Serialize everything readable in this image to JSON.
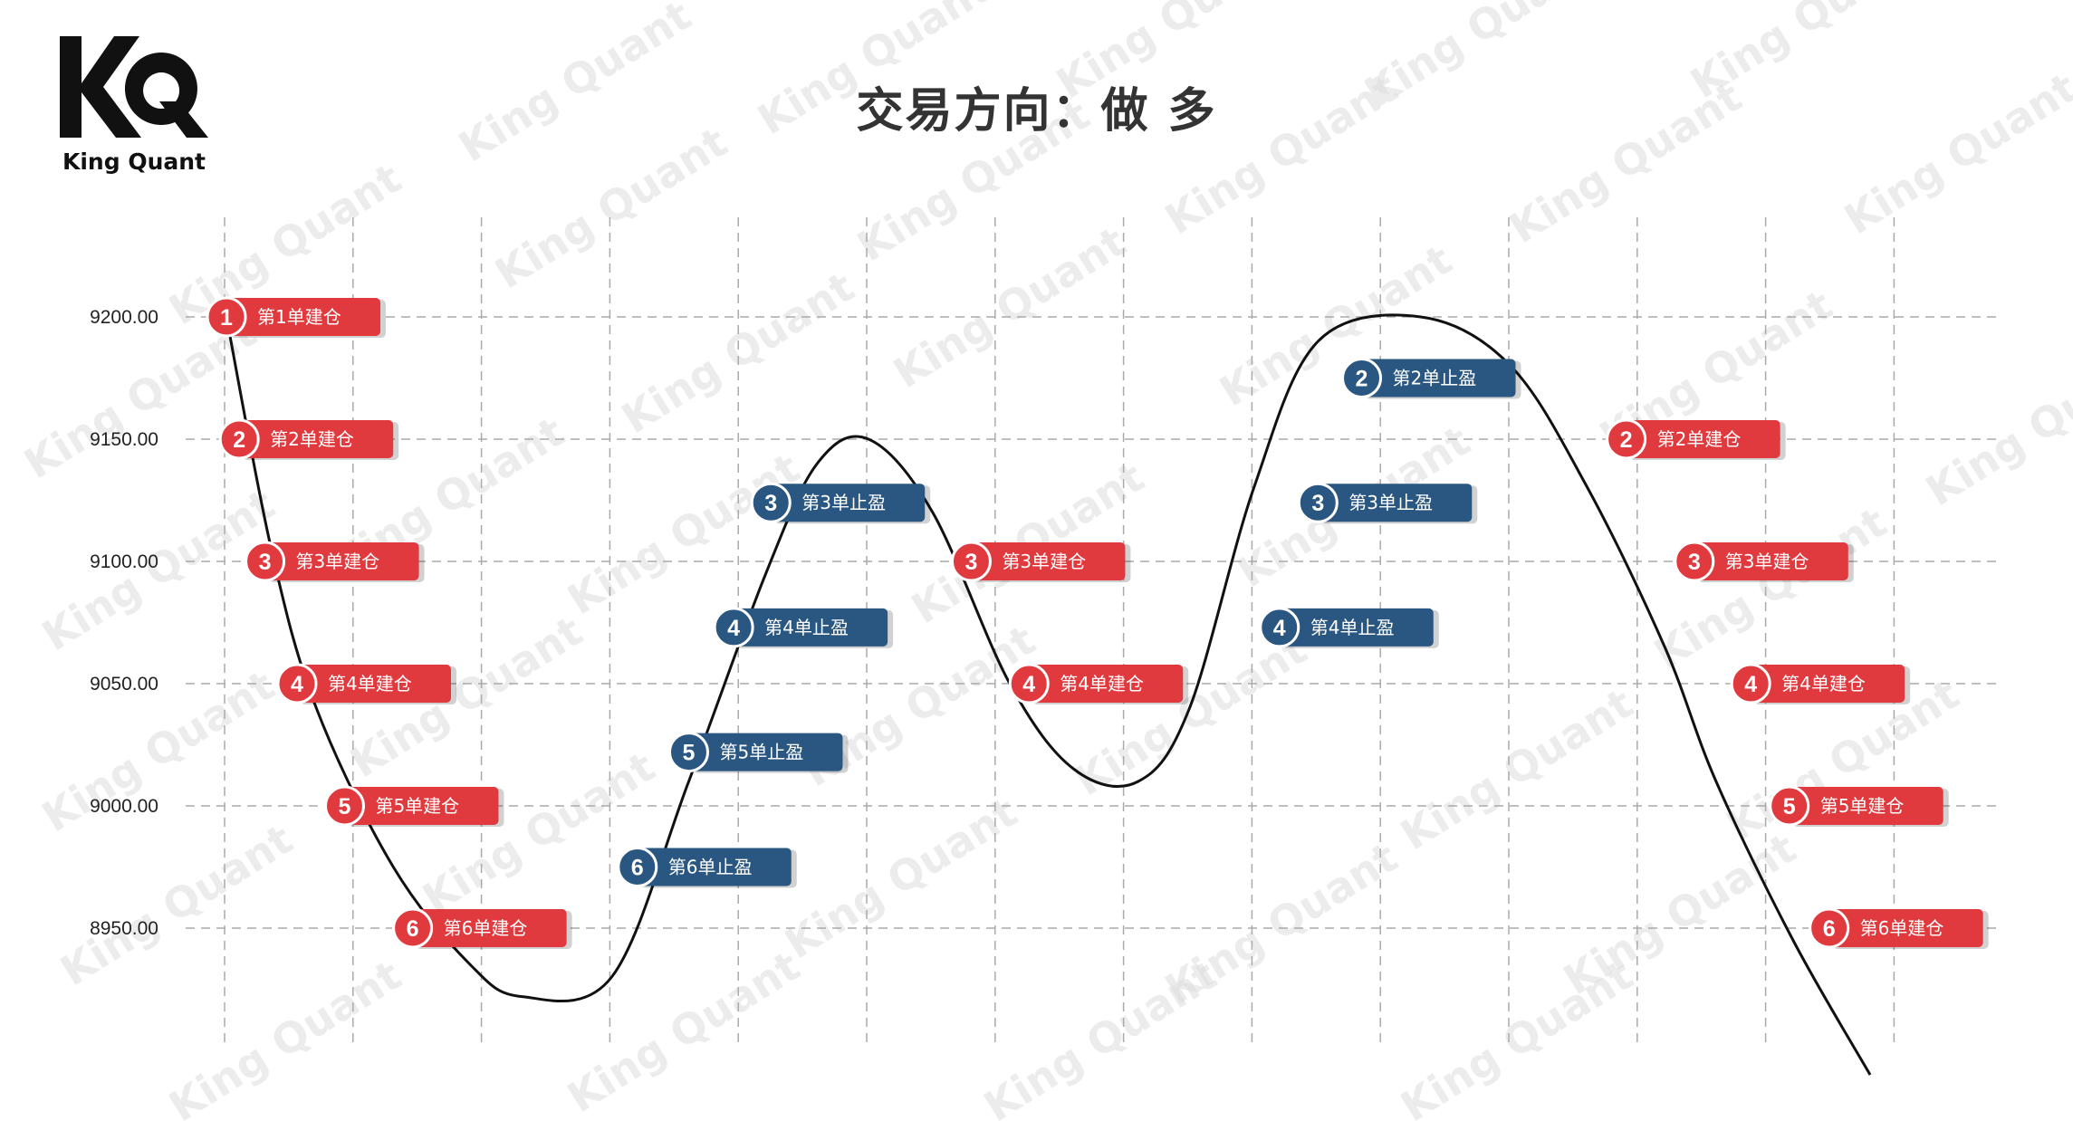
{
  "brand": {
    "logo_icon": "kq-logo-icon",
    "name": "King Quant",
    "watermark": "King Quant"
  },
  "title": "交易方向：做 多",
  "colors": {
    "entry": "#e0393e",
    "take_profit": "#2a5781",
    "curve": "#111111",
    "grid": "#aaaaaa"
  },
  "chart_data": {
    "type": "line",
    "title": "交易方向：做 多",
    "xlabel": "",
    "ylabel": "",
    "ylim": [
      8920,
      9240
    ],
    "yticks": [
      9200,
      9150,
      9100,
      9050,
      9000,
      8950
    ],
    "ytick_labels": [
      "9200.00",
      "9150.00",
      "9100.00",
      "9050.00",
      "9000.00",
      "8950.00"
    ],
    "grid": true,
    "x_grid_count": 14,
    "series": [
      {
        "x": [
          0,
          0.35,
          0.7,
          1.3,
          1.9,
          2.3,
          3.0,
          3.6,
          4.2,
          4.6,
          5.0,
          5.5,
          6.1,
          6.6,
          7.1,
          7.5,
          8.0,
          8.5,
          9.3,
          10.0,
          10.6,
          11.2,
          11.6,
          12.2,
          12.8
        ],
        "y": [
          9200,
          9105,
          9040,
          8975,
          8935,
          8922,
          8930,
          9010,
          9095,
          9140,
          9150,
          9120,
          9050,
          9015,
          9010,
          9040,
          9130,
          9190,
          9200,
          9180,
          9130,
          9065,
          9010,
          8945,
          8890
        ]
      }
    ],
    "annotations": [
      {
        "kind": "entry",
        "num": "1",
        "text": "第1单建仓",
        "x": 0.0,
        "y": 9200
      },
      {
        "kind": "entry",
        "num": "2",
        "text": "第2单建仓",
        "x": 0.1,
        "y": 9150
      },
      {
        "kind": "entry",
        "num": "3",
        "text": "第3单建仓",
        "x": 0.3,
        "y": 9100
      },
      {
        "kind": "entry",
        "num": "4",
        "text": "第4单建仓",
        "x": 0.55,
        "y": 9050
      },
      {
        "kind": "entry",
        "num": "5",
        "text": "第5单建仓",
        "x": 0.92,
        "y": 9000
      },
      {
        "kind": "entry",
        "num": "6",
        "text": "第6单建仓",
        "x": 1.45,
        "y": 8950
      },
      {
        "kind": "tp",
        "num": "6",
        "text": "第6单止盈",
        "x": 3.2,
        "y": 8975
      },
      {
        "kind": "tp",
        "num": "5",
        "text": "第5单止盈",
        "x": 3.6,
        "y": 9022
      },
      {
        "kind": "tp",
        "num": "4",
        "text": "第4单止盈",
        "x": 3.95,
        "y": 9073
      },
      {
        "kind": "tp",
        "num": "3",
        "text": "第3单止盈",
        "x": 4.24,
        "y": 9124
      },
      {
        "kind": "entry",
        "num": "3",
        "text": "第3单建仓",
        "x": 5.8,
        "y": 9100
      },
      {
        "kind": "entry",
        "num": "4",
        "text": "第4单建仓",
        "x": 6.25,
        "y": 9050
      },
      {
        "kind": "tp",
        "num": "4",
        "text": "第4单止盈",
        "x": 8.2,
        "y": 9073
      },
      {
        "kind": "tp",
        "num": "3",
        "text": "第3单止盈",
        "x": 8.5,
        "y": 9124
      },
      {
        "kind": "tp",
        "num": "2",
        "text": "第2单止盈",
        "x": 8.84,
        "y": 9175
      },
      {
        "kind": "entry",
        "num": "2",
        "text": "第2单建仓",
        "x": 10.9,
        "y": 9150
      },
      {
        "kind": "entry",
        "num": "3",
        "text": "第3单建仓",
        "x": 11.43,
        "y": 9100
      },
      {
        "kind": "entry",
        "num": "4",
        "text": "第4单建仓",
        "x": 11.87,
        "y": 9050
      },
      {
        "kind": "entry",
        "num": "5",
        "text": "第5单建仓",
        "x": 12.17,
        "y": 9000
      },
      {
        "kind": "entry",
        "num": "6",
        "text": "第6单建仓",
        "x": 12.48,
        "y": 8950
      }
    ]
  }
}
